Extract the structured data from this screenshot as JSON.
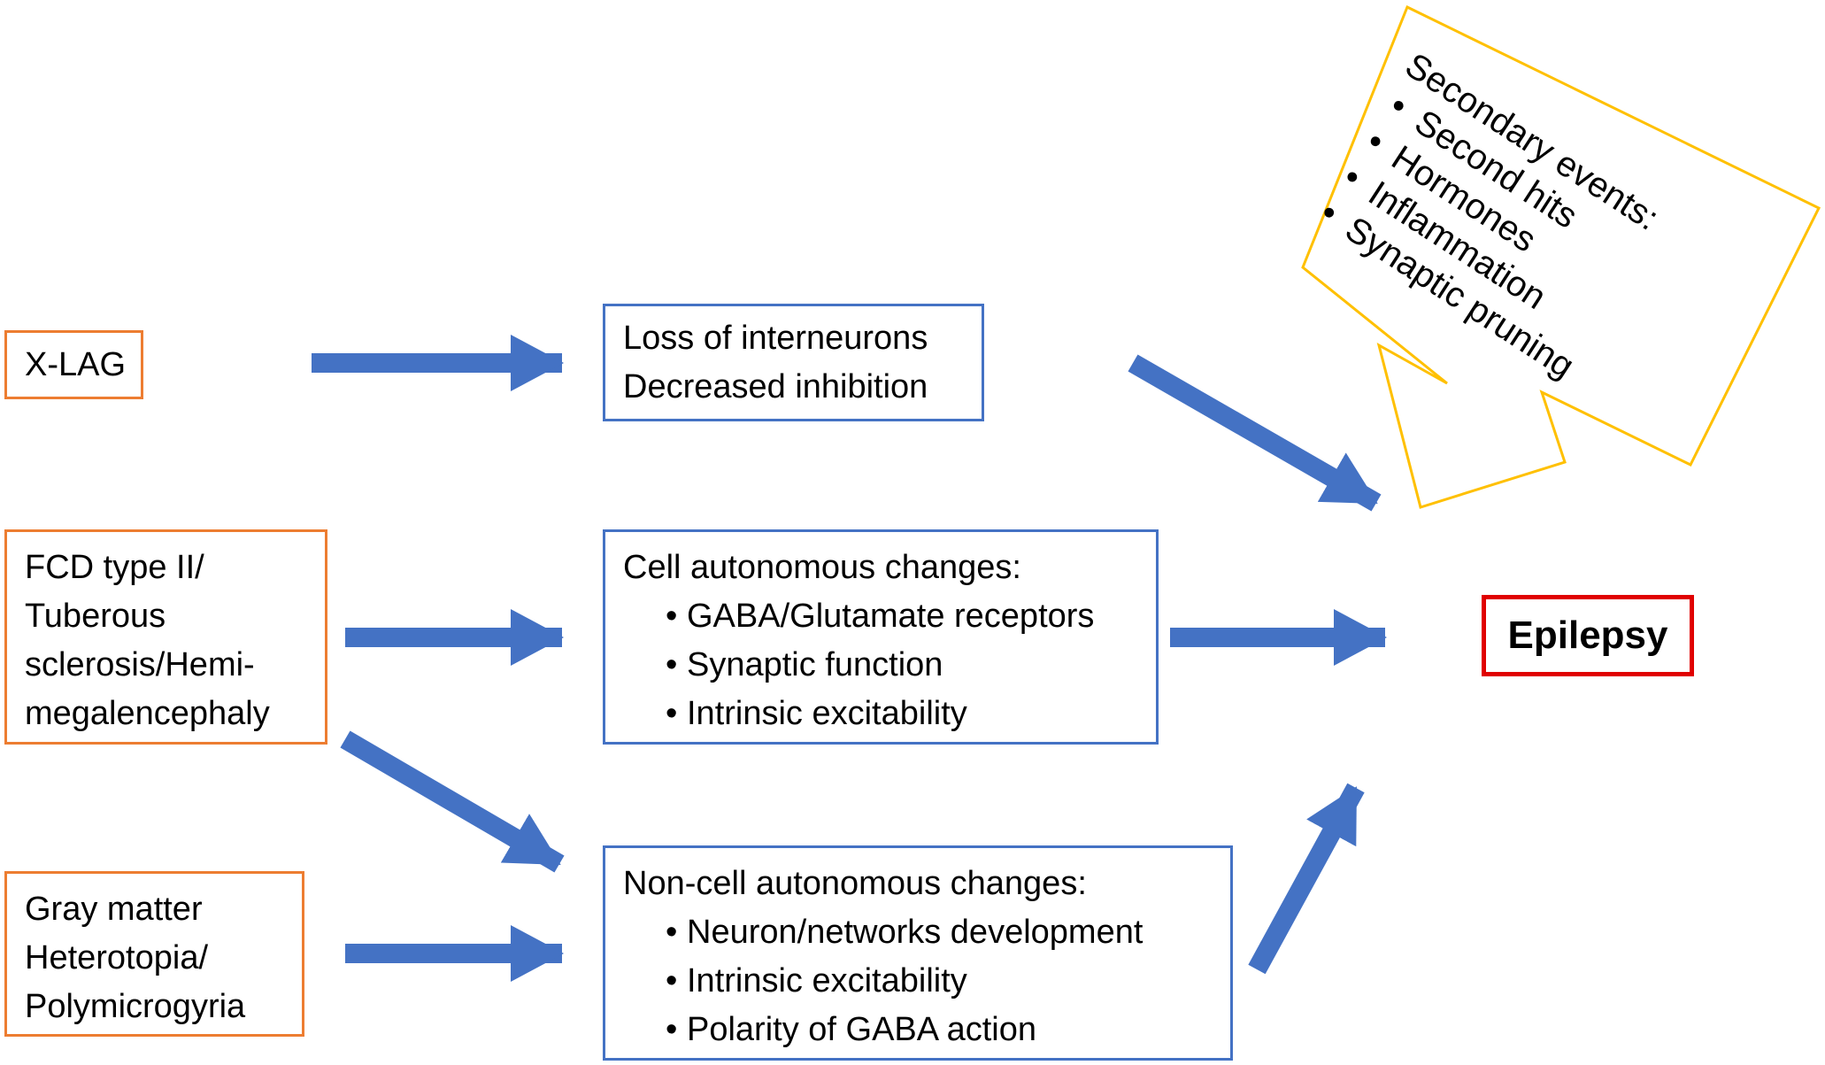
{
  "inputs": {
    "xlag": "X-LAG",
    "fcd": [
      "FCD type II/",
      "Tuberous",
      "sclerosis/Hemi-",
      "megalencephaly"
    ],
    "gray": [
      "Gray matter",
      "Heterotopia/",
      "Polymicrogyria"
    ]
  },
  "interneurons": {
    "line1": "Loss of interneurons",
    "line2": "Decreased inhibition"
  },
  "cell_autonomous": {
    "title": "Cell autonomous changes:",
    "items": [
      "GABA/Glutamate receptors",
      "Synaptic function",
      "Intrinsic excitability"
    ]
  },
  "non_cell_autonomous": {
    "title": "Non-cell autonomous changes:",
    "items": [
      "Neuron/networks development",
      "Intrinsic excitability",
      "Polarity of GABA action"
    ]
  },
  "secondary": {
    "title": "Secondary events:",
    "items": [
      "Second hits",
      "Hormones",
      "Inflammation",
      "Synaptic pruning"
    ]
  },
  "outcome": "Epilepsy",
  "colors": {
    "arrow": "#4472C4",
    "input_border": "#ED7D31",
    "process_border": "#4472C4",
    "outcome_border": "#E00000",
    "callout_border": "#FFC000"
  }
}
